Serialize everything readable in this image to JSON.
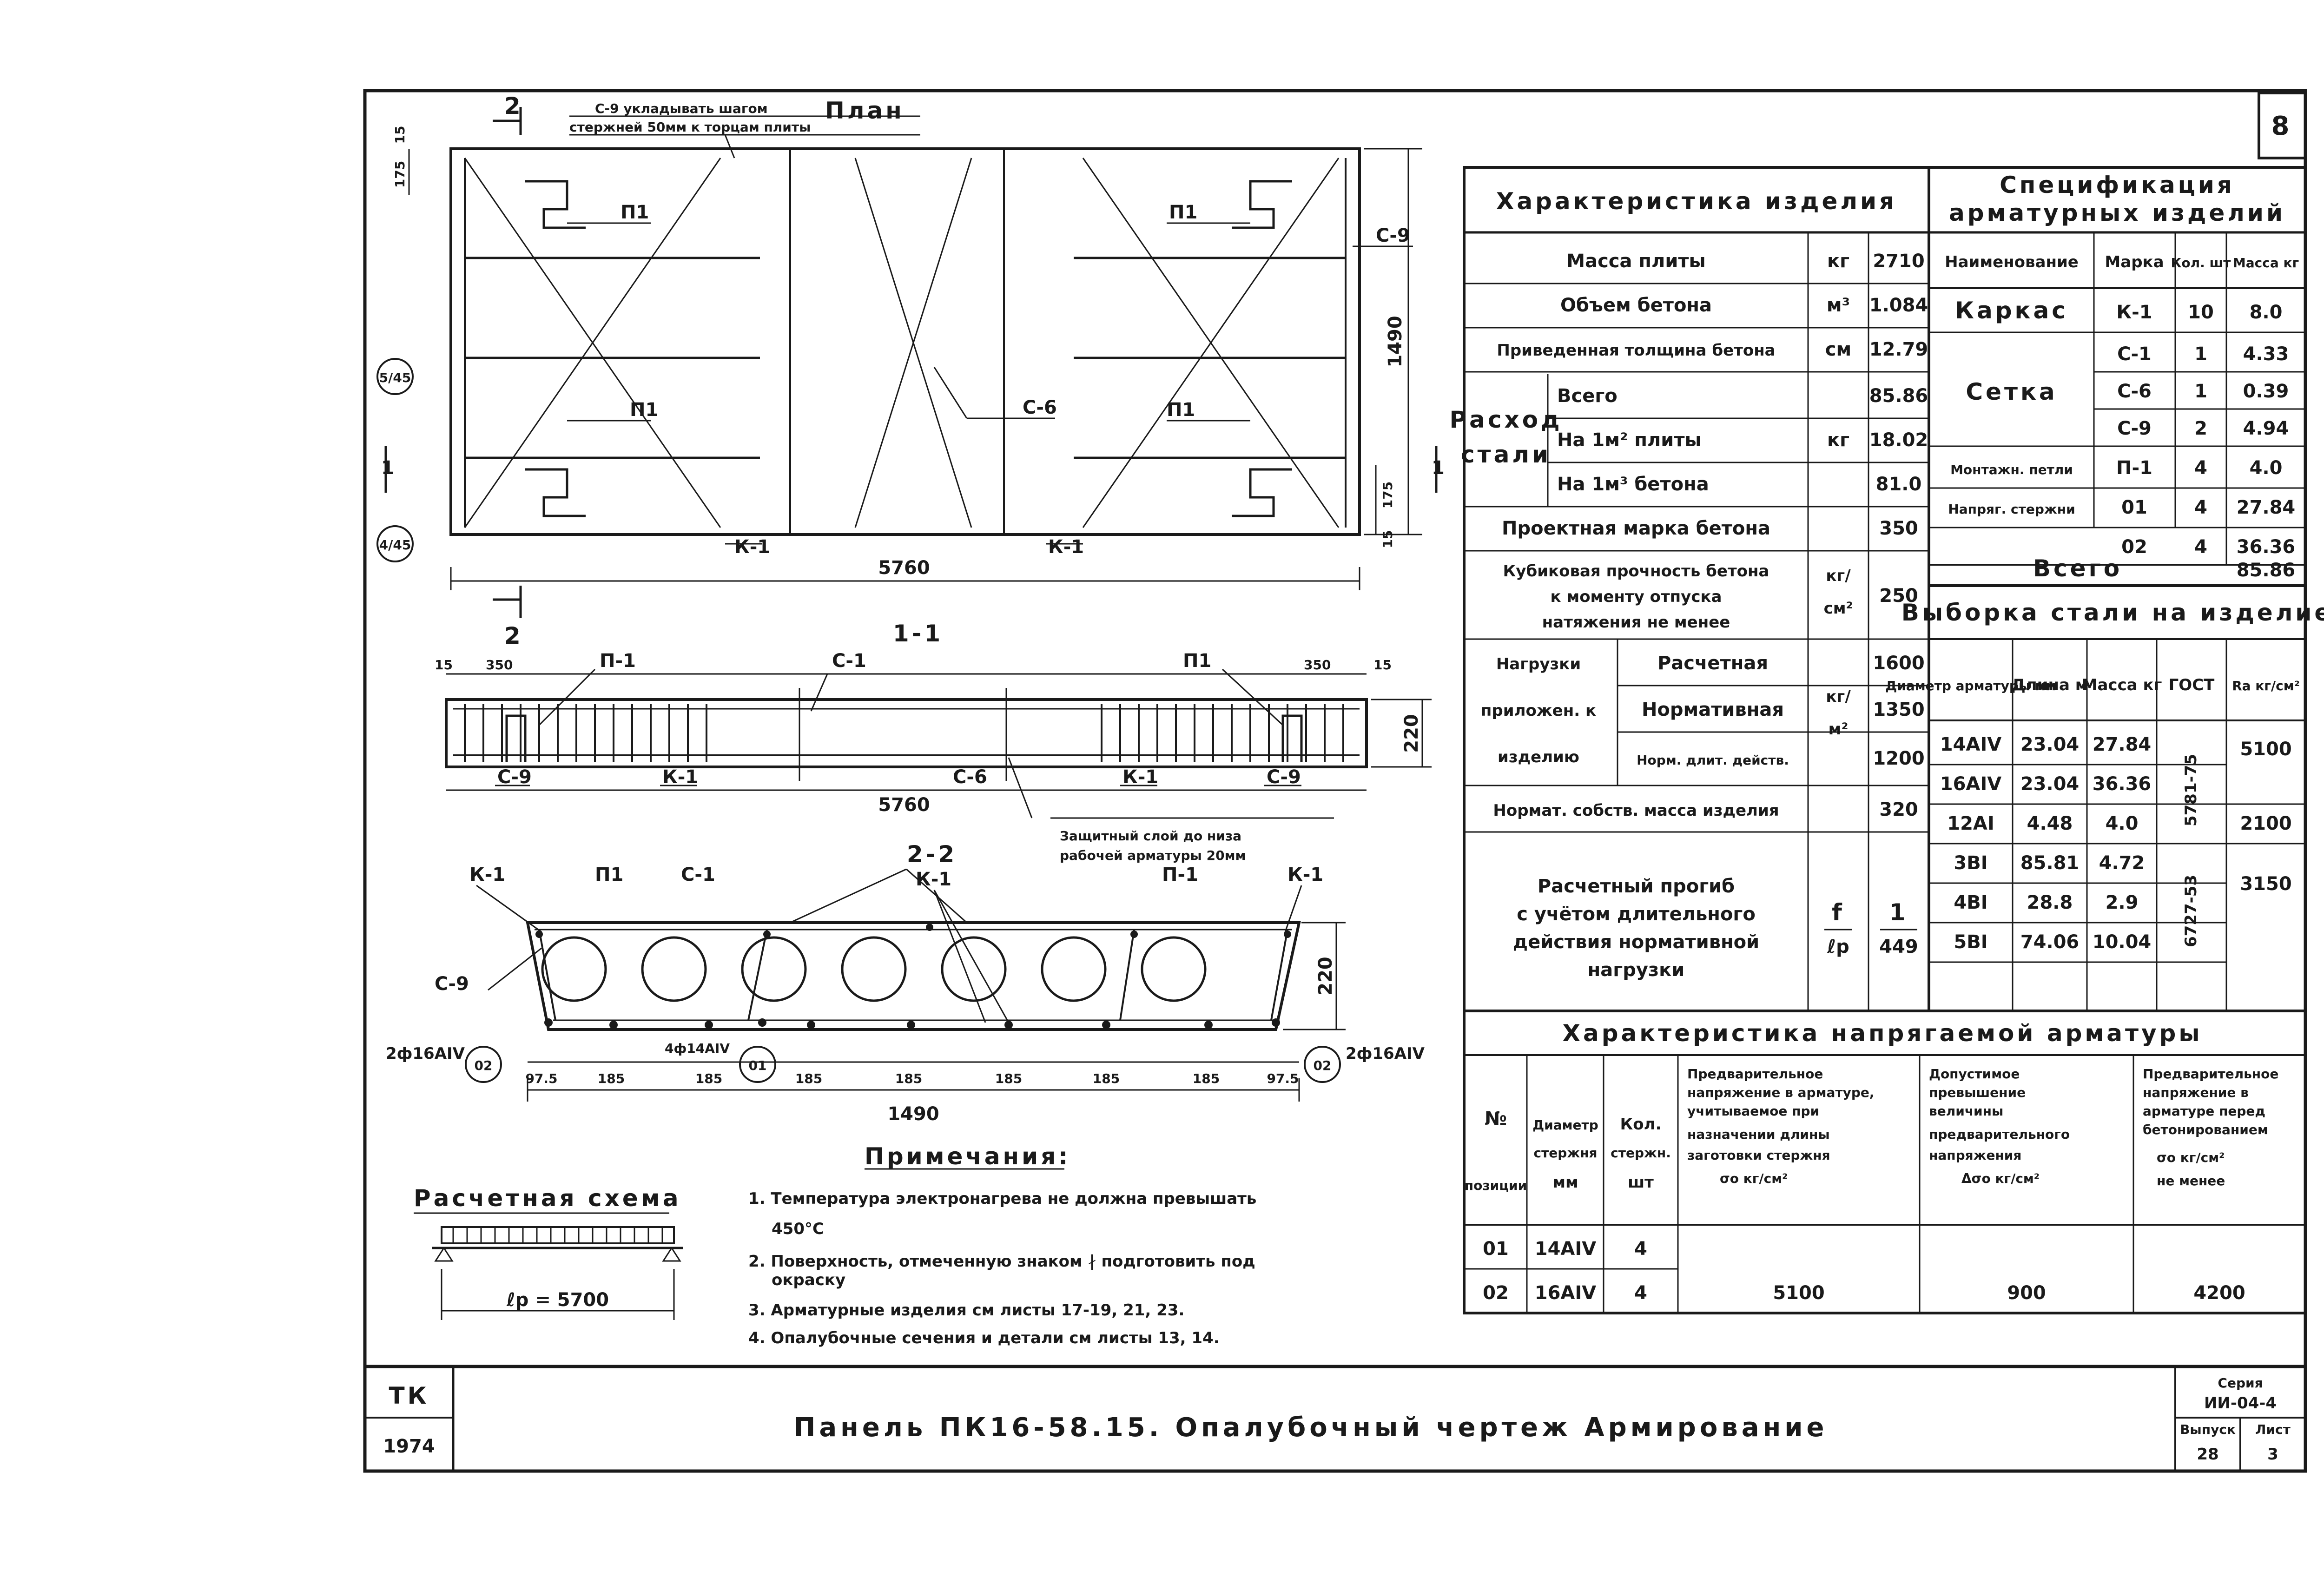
{
  "sheet": {
    "page_number": "8",
    "stamp_tk": "ТК",
    "stamp_year": "1974",
    "title": "Панель ПК16-58.15. Опалубочный чертеж Армирование",
    "series_label": "Серия",
    "series_value": "ИИ-04-4",
    "issue_label": "Выпуск",
    "issue_value": "28",
    "sheet_label": "Лист",
    "sheet_value": "3"
  },
  "plan": {
    "title": "План",
    "note_line1": "С-9 укладывать шагом",
    "note_line2": "стержней 50мм к торцам плиты",
    "dim_length": "5760",
    "dim_width": "1490",
    "dim_175_top": "175",
    "dim_15_top": "15",
    "dim_175_bot": "175",
    "dim_15_bot": "15",
    "section_mark": "2",
    "section_1": "1",
    "circle_1": "5/45",
    "circle_2": "4/45",
    "labels": {
      "p1a": "П1",
      "p1b": "П1",
      "p1c": "П1",
      "p1d": "П1",
      "c9": "С-9",
      "c6": "С-6",
      "k1a": "К-1",
      "k1b": "К-1"
    }
  },
  "section11": {
    "title": "1-1",
    "dim_15l": "15",
    "dim_350l": "350",
    "dim_350r": "350",
    "dim_15r": "15",
    "dim_height": "220",
    "dim_length": "5760",
    "cover_note1": "Защитный слой до низа",
    "cover_note2": "рабочей арматуры 20мм",
    "labels": {
      "p1l": "П-1",
      "c1": "С-1",
      "p1r": "П1",
      "c9l": "С-9",
      "k1l": "К-1",
      "c6": "С-6",
      "k1r": "К-1",
      "c9r": "С-9"
    }
  },
  "section22": {
    "title": "2-2",
    "dim_height": "220",
    "dim_total": "1490",
    "dims": [
      "97.5",
      "185",
      "185",
      "185",
      "185",
      "185",
      "185",
      "185",
      "97.5"
    ],
    "rebar_left": "2ф16АIV",
    "rebar_mid": "4ф14АIV",
    "rebar_right": "2ф16АIV",
    "pos_02a": "02",
    "pos_01": "01",
    "pos_02b": "02",
    "labels": {
      "k1a": "К-1",
      "p1a": "П1",
      "c1": "С-1",
      "k1b": "К-1",
      "p1b": "П-1",
      "k1c": "К-1",
      "c9": "С-9"
    }
  },
  "scheme": {
    "title": "Расчетная схема",
    "span": "ℓр = 5700"
  },
  "notes": {
    "title": "Примечания:",
    "items": [
      "1. Температура электронагрева не должна превышать",
      "450°С",
      "2. Поверхность, отмеченную знаком ∤ подготовить под",
      "окраску",
      "3. Арматурные изделия см листы 17-19, 21, 23.",
      "4. Опалубочные сечения и детали см листы 13, 14."
    ]
  },
  "characteristics": {
    "title": "Характеристика изделия",
    "mass_label": "Масса плиты",
    "mass_unit": "кг",
    "mass_value": "2710",
    "volume_label": "Объем бетона",
    "volume_unit": "м³",
    "volume_value": "1.084",
    "thick_label": "Приведенная толщина бетона",
    "thick_unit": "см",
    "thick_value": "12.79",
    "steel_label1": "Расход",
    "steel_label2": "стали",
    "steel_unit": "кг",
    "steel_total_label": "Всего",
    "steel_total_value": "85.86",
    "steel_m2_label": "На 1м² плиты",
    "steel_m2_value": "18.02",
    "steel_m3_label": "На 1м³ бетона",
    "steel_m3_value": "81.0",
    "grade_label": "Проектная марка бетона",
    "grade_value": "350",
    "cube_label1": "Кубиковая прочность бетона",
    "cube_label2": "к моменту отпуска",
    "cube_label3": "натяжения не менее",
    "cube_unit1": "кг/",
    "cube_unit2": "см²",
    "cube_value": "250",
    "loads_label1": "Нагрузки",
    "loads_label2": "приложен. к",
    "loads_label3": "изделию",
    "loads_unit1": "кг/",
    "loads_unit2": "м²",
    "load_calc_label": "Расчетная",
    "load_calc_value": "1600",
    "load_norm_label": "Нормативная",
    "load_norm_value": "1350",
    "load_long_label": "Норм. длит. действ.",
    "load_long_value": "1200",
    "self_label": "Нормат. собств. масса изделия",
    "self_value": "320",
    "defl_label1": "Расчетный прогиб",
    "defl_label2": "с учётом длительного",
    "defl_label3": "действия нормативной",
    "defl_label4": "нагрузки",
    "defl_unit_top": "f",
    "defl_unit_bot": "ℓр",
    "defl_value_top": "1",
    "defl_value_bot": "449"
  },
  "specification": {
    "title1": "Спецификация",
    "title2": "арматурных изделий",
    "headers": [
      "Наименование",
      "Марка",
      "Кол. шт",
      "Масса кг"
    ],
    "rows": [
      {
        "name": "Каркас",
        "mark": "К-1",
        "qty": "10",
        "mass": "8.0"
      },
      {
        "name": "Сетка",
        "mark": "С-1",
        "qty": "1",
        "mass": "4.33"
      },
      {
        "name": "",
        "mark": "С-6",
        "qty": "1",
        "mass": "0.39"
      },
      {
        "name": "",
        "mark": "С-9",
        "qty": "2",
        "mass": "4.94"
      },
      {
        "name": "Монтажн. петли",
        "mark": "П-1",
        "qty": "4",
        "mass": "4.0"
      },
      {
        "name": "Напряг. стержни",
        "mark": "01",
        "qty": "4",
        "mass": "27.84"
      },
      {
        "name": "",
        "mark": "02",
        "qty": "4",
        "mass": "36.36"
      }
    ],
    "total_label": "Всего",
    "total_value": "85.86"
  },
  "steel_selection": {
    "title": "Выборка стали на изделие",
    "headers": [
      "Диаметр арматуры мм",
      "Длина м",
      "Масса кг",
      "ГОСТ",
      "Ra кг/см²"
    ],
    "rows": [
      {
        "dia": "14АIV",
        "len": "23.04",
        "mass": "27.84"
      },
      {
        "dia": "16АIV",
        "len": "23.04",
        "mass": "36.36"
      },
      {
        "dia": "12АI",
        "len": "4.48",
        "mass": "4.0"
      },
      {
        "dia": "3ВI",
        "len": "85.81",
        "mass": "4.72"
      },
      {
        "dia": "4ВI",
        "len": "28.8",
        "mass": "2.9"
      },
      {
        "dia": "5ВI",
        "len": "74.06",
        "mass": "10.04"
      }
    ],
    "gost1": "5781-75",
    "gost2": "6727-53",
    "ra1": "5100",
    "ra2": "2100",
    "ra3": "3150"
  },
  "prestress": {
    "title": "Характеристика напрягаемой арматуры",
    "h_pos1": "№",
    "h_pos2": "позиции",
    "h_dia1": "Диаметр",
    "h_dia2": "стержня",
    "h_dia3": "мм",
    "h_qty1": "Кол.",
    "h_qty2": "стержн.",
    "h_qty3": "шт",
    "h_pre1": "Предварительное",
    "h_pre2": "напряжение в арматуре,",
    "h_pre3": "учитываемое при",
    "h_pre4": "назначении длины",
    "h_pre5": "заготовки стержня",
    "h_pre6": "σо кг/см²",
    "h_exc1": "Допустимое",
    "h_exc2": "превышение",
    "h_exc3": "величины",
    "h_exc4": "предварительного",
    "h_exc5": "напряжения",
    "h_exc6": "Δσо кг/см²",
    "h_min1": "Предварительное",
    "h_min2": "напряжение в",
    "h_min3": "арматуре перед",
    "h_min4": "бетонированием",
    "h_min5": "σо кг/см²",
    "h_min6": "не менее",
    "rows": [
      {
        "pos": "01",
        "dia": "14АIV",
        "qty": "4"
      },
      {
        "pos": "02",
        "dia": "16АIV",
        "qty": "4"
      }
    ],
    "sigma": "5100",
    "delta": "900",
    "sigma_min": "4200"
  }
}
